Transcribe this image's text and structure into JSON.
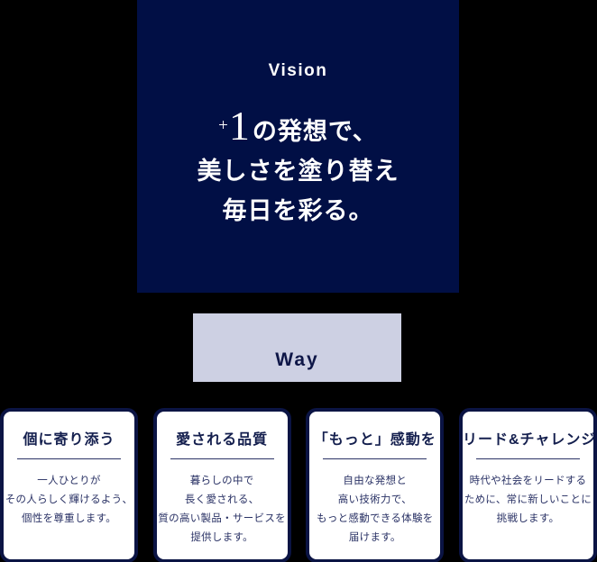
{
  "colors": {
    "background": "#000000",
    "navy": "#010f45",
    "card_border": "#0b1444",
    "lavender": "#cdd0e3",
    "white": "#ffffff",
    "way_text": "#0e1647",
    "card_title": "#141f4e",
    "card_text": "#2b3366"
  },
  "vision": {
    "label": "Vision",
    "statement": {
      "plus": "+",
      "one": "1",
      "line1_rest": "の発想で、",
      "line2": "美しさを塗り替え",
      "line3": "毎日を彩る。"
    }
  },
  "way": {
    "label": "Way"
  },
  "cards": [
    {
      "title": "個に寄り添う",
      "lines": [
        "一人ひとりが",
        "その人らしく輝けるよう、",
        "個性を尊重します。"
      ]
    },
    {
      "title": "愛される品質",
      "lines": [
        "暮らしの中で",
        "長く愛される、",
        "質の高い製品・サービスを",
        "提供します。"
      ]
    },
    {
      "title": "「もっと」感動を",
      "lines": [
        "自由な発想と",
        "高い技術力で、",
        "もっと感動できる体験を",
        "届けます。"
      ]
    },
    {
      "title": "リード&チャレンジ",
      "lines": [
        "時代や社会をリードする",
        "ために、常に新しいことに",
        "挑戦します。"
      ]
    }
  ]
}
